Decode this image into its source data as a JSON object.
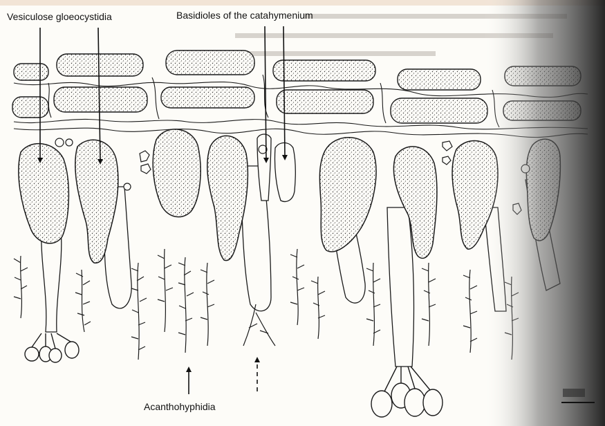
{
  "labels": {
    "gloeocystidia": "Vesiculose gloeocystidia",
    "basidioles": "Basidioles of the catahymenium",
    "acanthohyphidia": "Acanthohyphidia"
  },
  "colors": {
    "background": "#f2e4d6",
    "paper": "#fdfcf8",
    "ink": "#1a1a1a",
    "shadow": "#3a3a3a"
  }
}
